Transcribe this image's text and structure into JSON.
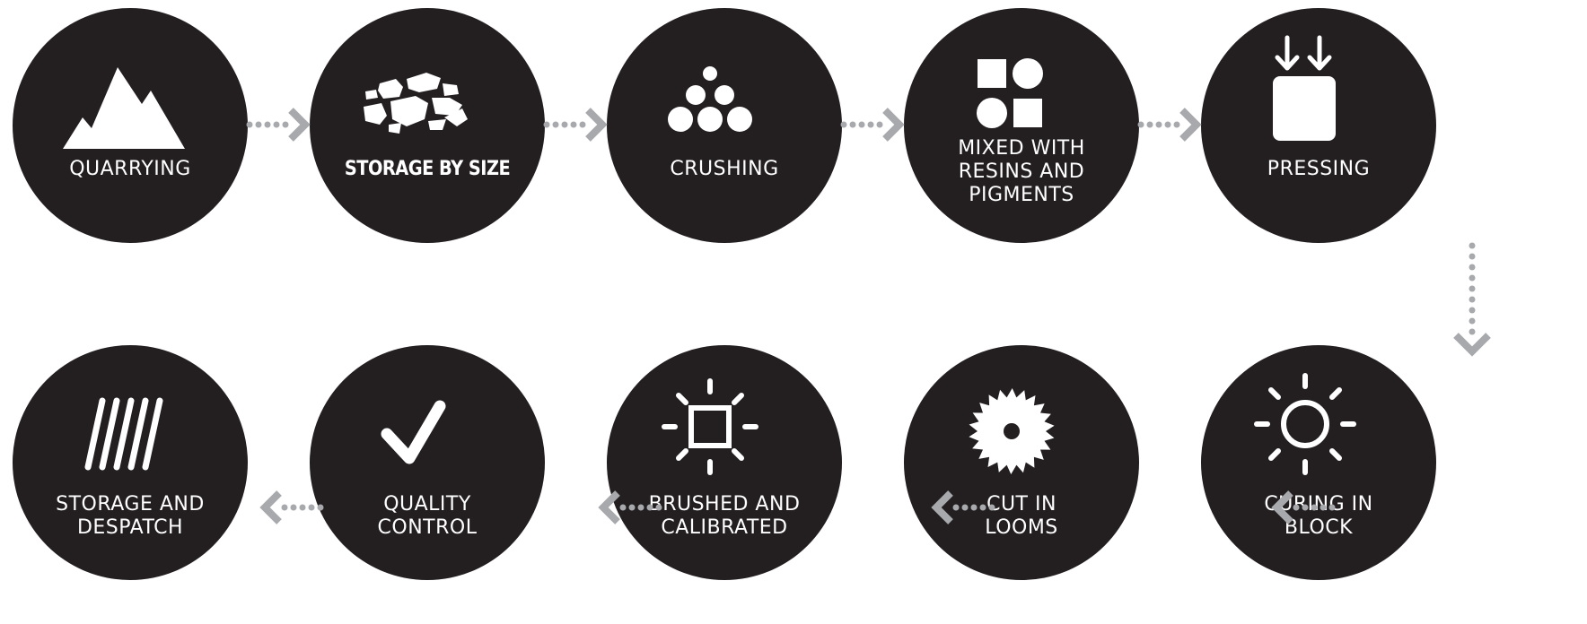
{
  "steps": [
    {
      "label": "QUARRYING",
      "icon": "mountain-icon"
    },
    {
      "label": "STORAGE BY SIZE",
      "icon": "stones-icon"
    },
    {
      "label": "CRUSHING",
      "icon": "granules-icon"
    },
    {
      "label": "MIXED WITH\nRESINS AND\nPIGMENTS",
      "icon": "mix-shapes-icon"
    },
    {
      "label": "PRESSING",
      "icon": "press-icon"
    },
    {
      "label": "CURING IN\nBLOCK",
      "icon": "sun-icon"
    },
    {
      "label": "CUT IN\nLOOMS",
      "icon": "saw-blade-icon"
    },
    {
      "label": "BRUSHED AND\nCALIBRATED",
      "icon": "brush-square-icon"
    },
    {
      "label": "QUALITY\nCONTROL",
      "icon": "checkmark-icon"
    },
    {
      "label": "STORAGE AND\nDESPATCH",
      "icon": "slabs-icon"
    }
  ],
  "colors": {
    "circle": "#231f20",
    "icon": "#ffffff",
    "arrow": "#a7a9ac",
    "background": "#ffffff"
  }
}
